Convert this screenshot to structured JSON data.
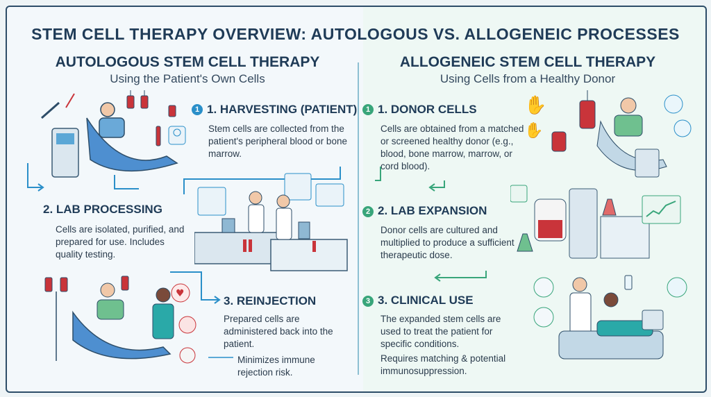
{
  "title": "STEM CELL THERAPY OVERVIEW: AUTOLOGOUS VS. ALLOGENEIC PROCESSES",
  "autologous": {
    "heading": "AUTOLOGOUS STEM CELL THERAPY",
    "subheading": "Using the Patient's Own Cells",
    "steps": [
      {
        "number": "1",
        "title": "1. HARVESTING (PATIENT)",
        "text": "Stem cells are collected from the patient's peripheral blood or bone marrow."
      },
      {
        "title": "2. LAB PROCESSING",
        "text": "Cells are isolated, purified, and prepared for use. Includes quality testing."
      },
      {
        "title": "3. REINJECTION",
        "text": "Prepared cells are administered back into the patient."
      }
    ],
    "note": "Minimizes immune rejection risk."
  },
  "allogeneic": {
    "heading": "ALLOGENEIC STEM CELL THERAPY",
    "subheading": "Using Cells from a Healthy Donor",
    "steps": [
      {
        "number": "1",
        "title": "1. DONOR CELLS",
        "text": "Cells are obtained from a matched or screened healthy donor (e.g., blood, bone marrow, marrow, or cord blood)."
      },
      {
        "number": "2",
        "title": "2. LAB EXPANSION",
        "text": "Donor cells are cultured and multiplied to produce a sufficient therapeutic dose."
      },
      {
        "number": "3",
        "title": "3. CLINICAL USE",
        "text": "The expanded stem cells are used to treat the patient for specific conditions."
      }
    ],
    "note": "Requires matching & potential immunosuppression."
  },
  "colors": {
    "primary": "#1f3b57",
    "auto_accent": "#2a8fc9",
    "allo_accent": "#38a57a",
    "blood": "#c9343a"
  },
  "icons": [
    "iv-bag-icon",
    "syringe-icon",
    "blood-tube-icon",
    "heart-icon",
    "cell-icon",
    "hand-icon",
    "flask-icon",
    "microscope-icon"
  ]
}
